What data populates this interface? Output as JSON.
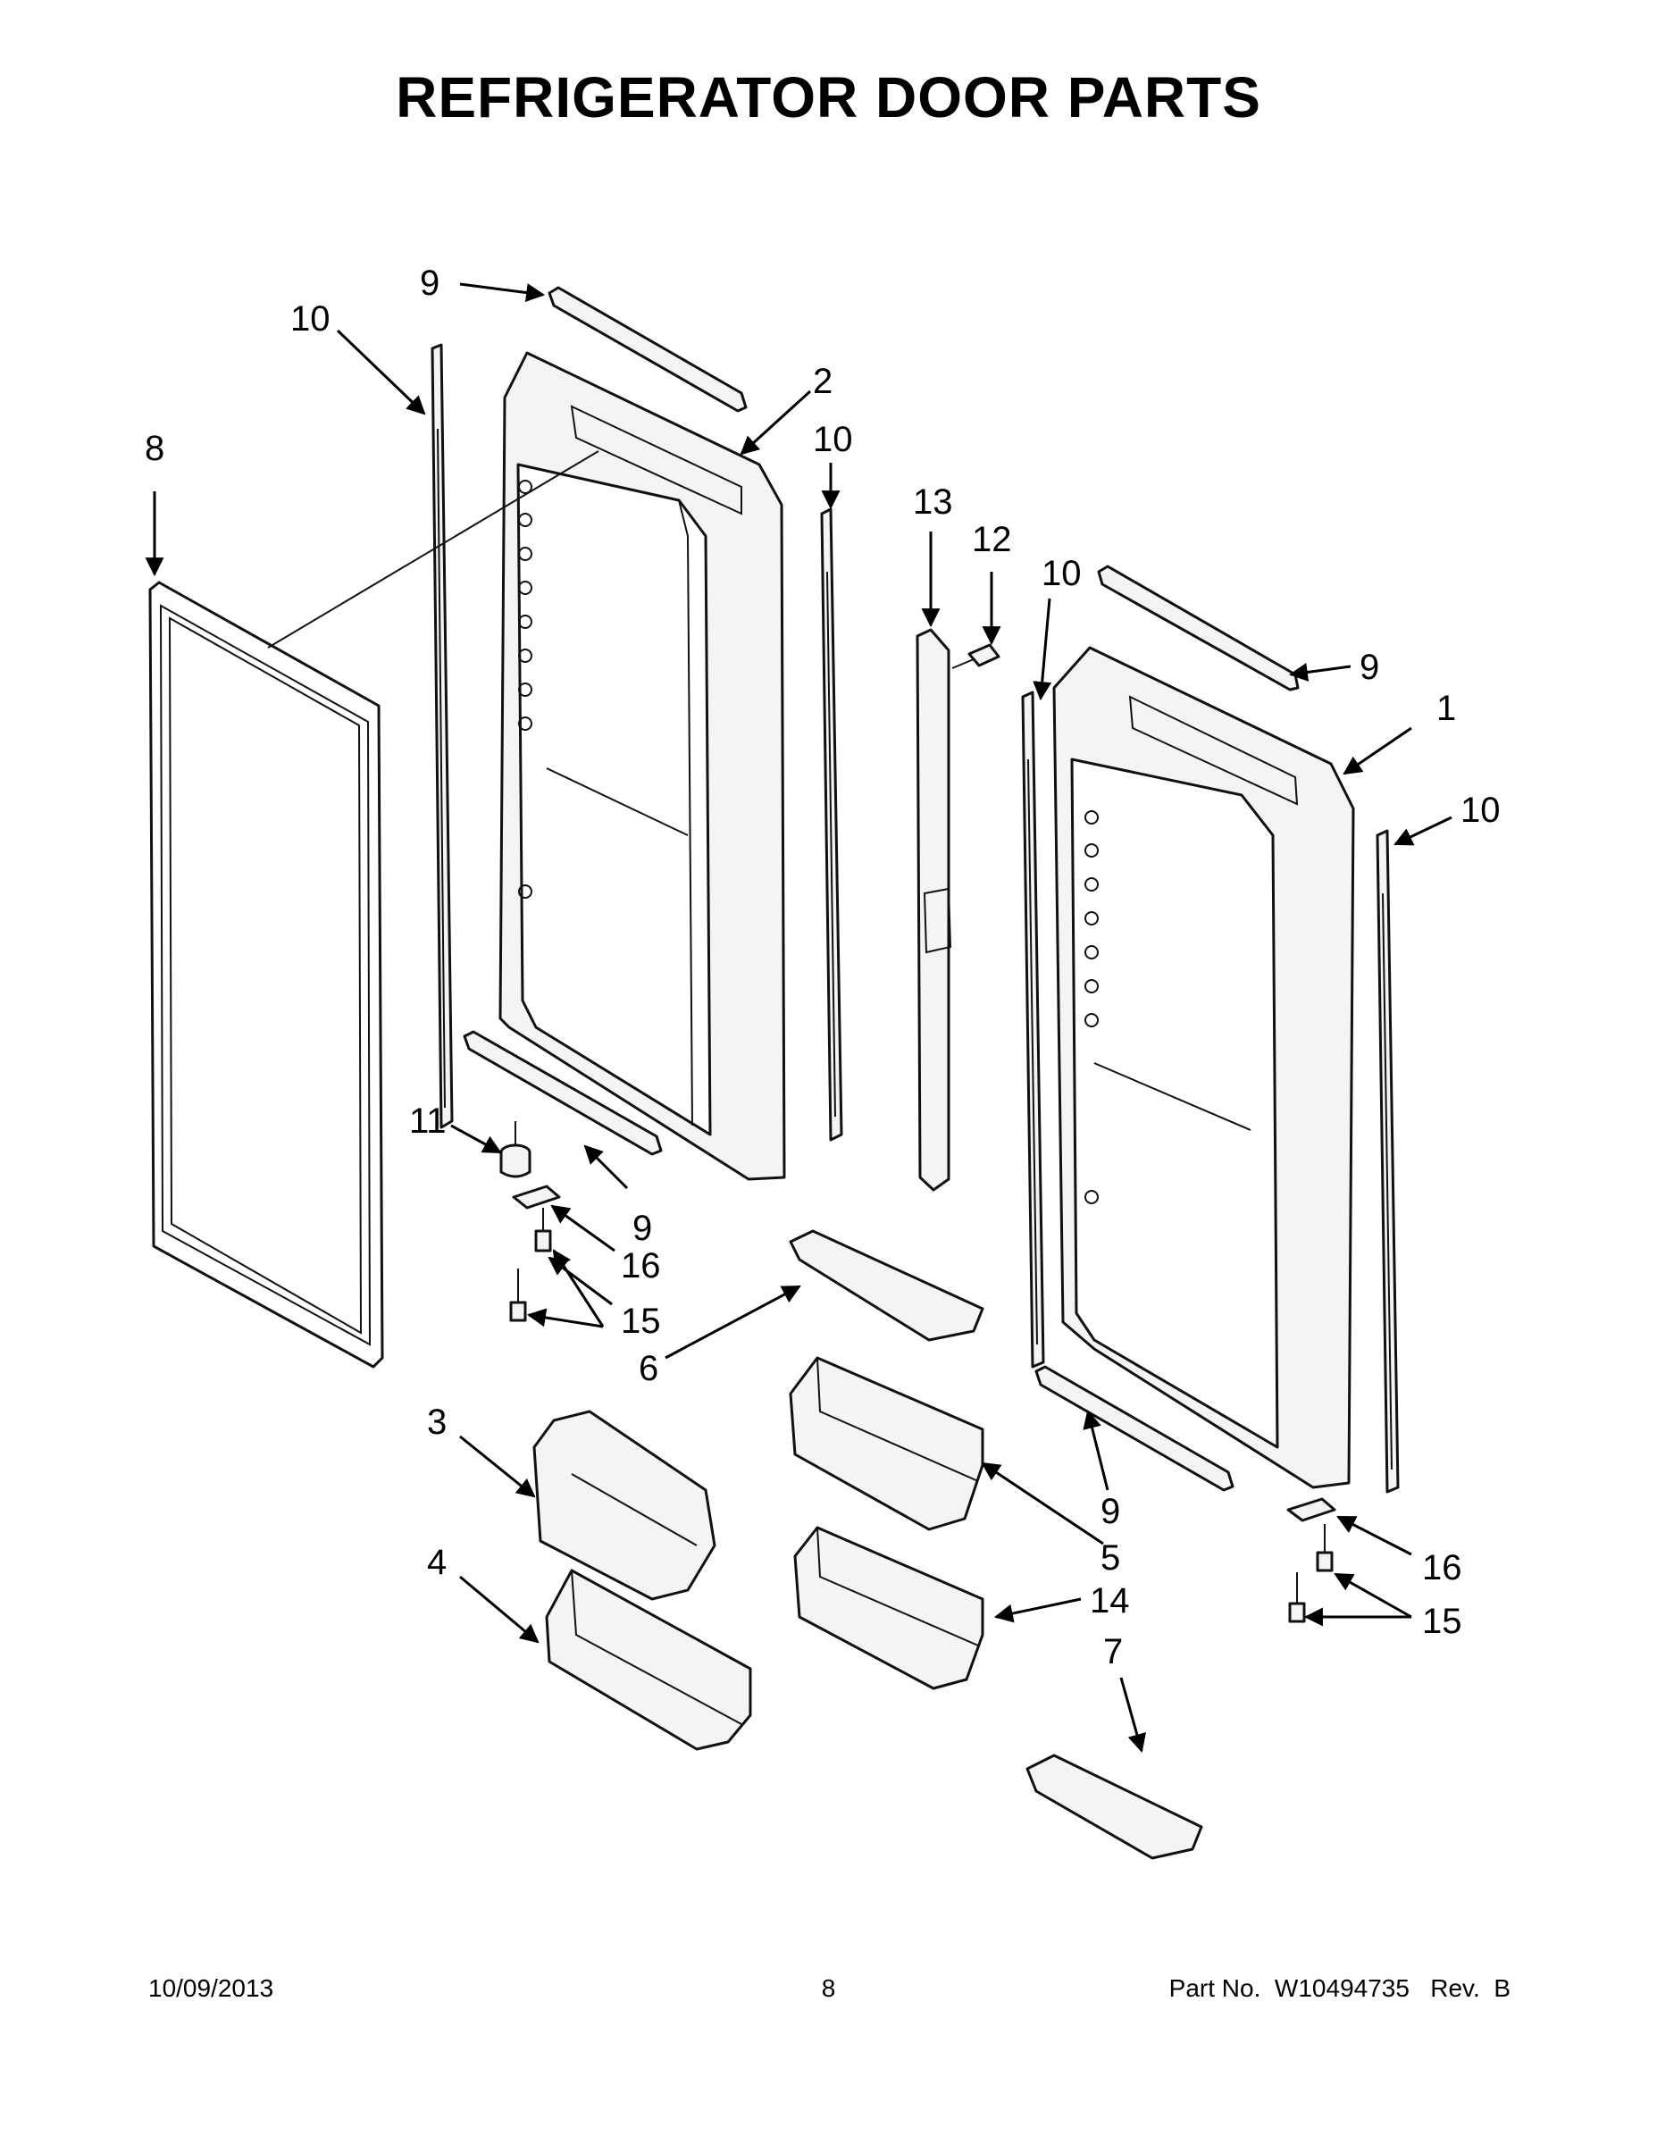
{
  "title": "REFRIGERATOR DOOR PARTS",
  "callouts": {
    "c9a": "9",
    "c10a": "10",
    "c8": "8",
    "c2": "2",
    "c10b": "10",
    "c13": "13",
    "c12": "12",
    "c10c": "10",
    "c9b": "9",
    "c1": "1",
    "c10d": "10",
    "c11": "11",
    "c9c": "9",
    "c16a": "16",
    "c15a": "15",
    "c6": "6",
    "c3": "3",
    "c5": "5",
    "c9d": "9",
    "c4": "4",
    "c14": "14",
    "c7": "7",
    "c16b": "16",
    "c15b": "15"
  },
  "footer": {
    "date": "10/09/2013",
    "page": "8",
    "part_number": "Part No.  W10494735   Rev.  B"
  }
}
